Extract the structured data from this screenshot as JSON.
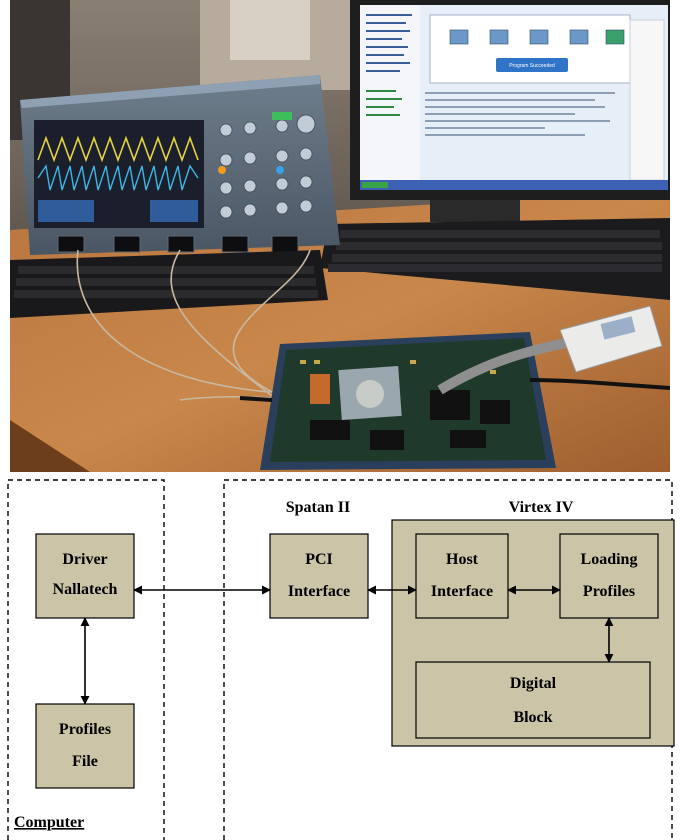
{
  "photo": {
    "screen_banner": "Program Succeeded"
  },
  "diagram": {
    "regions": {
      "computer": "Computer",
      "spartan": "Spatan II",
      "virtex": "Virtex IV"
    },
    "blocks": {
      "driver": {
        "line1": "Driver",
        "line2": "Nallatech"
      },
      "profiles_file": {
        "line1": "Profiles",
        "line2": "File"
      },
      "pci": {
        "line1": "PCI",
        "line2": "Interface"
      },
      "host": {
        "line1": "Host",
        "line2": "Interface"
      },
      "loading": {
        "line1": "Loading",
        "line2": "Profiles"
      },
      "digital": {
        "line1": "Digital",
        "line2": "Block"
      }
    },
    "colors": {
      "block_fill": "#cbc4a6",
      "border": "#000000"
    }
  }
}
